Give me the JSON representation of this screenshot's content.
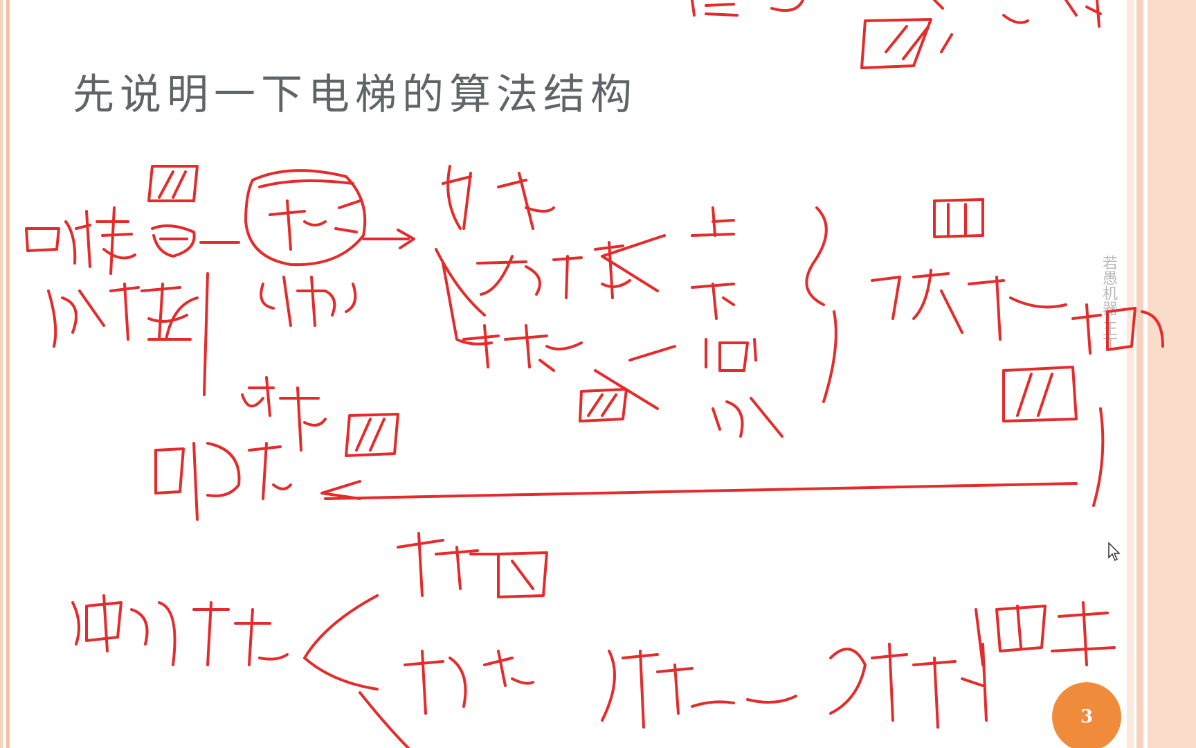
{
  "slide": {
    "title": "先说明一下电梯的算法结构",
    "watermark": "若愚机器 王丁",
    "page_number": "3"
  },
  "colors": {
    "ink": "#e42b2b",
    "title_text": "#5f6468",
    "badge": "#f08b3b",
    "border_accent": "#f3c2a3"
  },
  "icons": {
    "cursor": "mouse-pointer-icon"
  }
}
